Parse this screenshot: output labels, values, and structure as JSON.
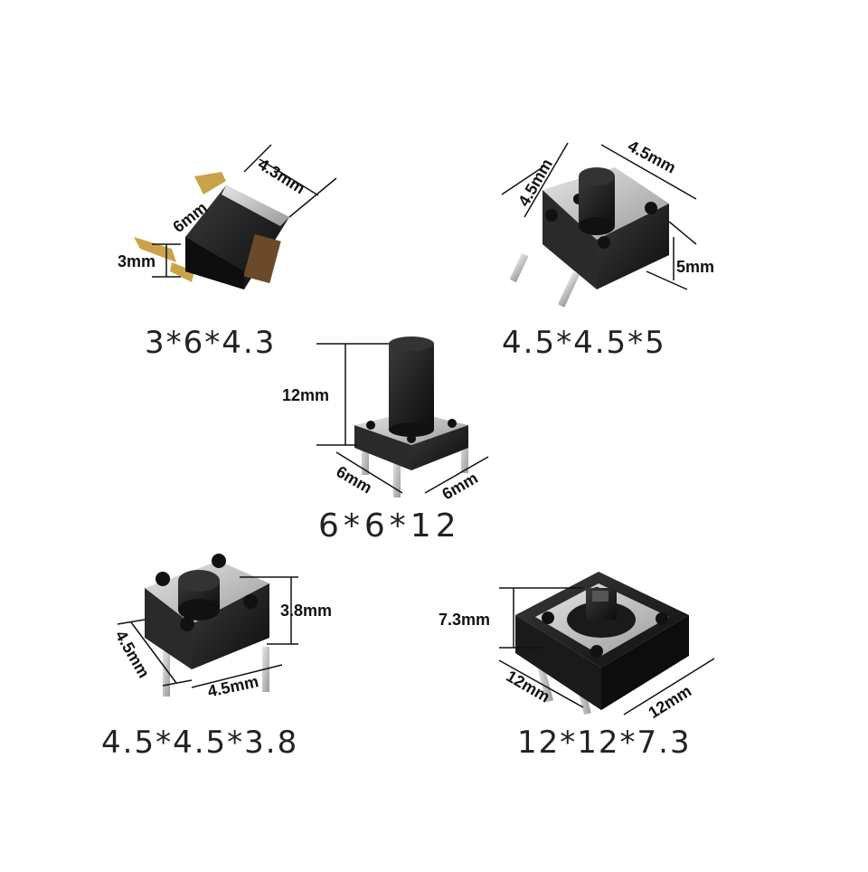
{
  "switches": [
    {
      "caption": "3*6*4.3",
      "dims": {
        "d1": "4.3mm",
        "d2": "6mm",
        "d3": "3mm"
      }
    },
    {
      "caption": "4.5*4.5*5",
      "dims": {
        "d1": "4.5mm",
        "d2": "4.5mm",
        "d3": "5mm"
      }
    },
    {
      "caption": "6*6*12",
      "dims": {
        "d1": "12mm",
        "d2": "6mm",
        "d3": "6mm"
      }
    },
    {
      "caption": "4.5*4.5*3.8",
      "dims": {
        "d1": "3.8mm",
        "d2": "4.5mm",
        "d3": "4.5mm"
      }
    },
    {
      "caption": "12*12*7.3",
      "dims": {
        "d1": "7.3mm",
        "d2": "12mm",
        "d3": "12mm"
      }
    }
  ],
  "colors": {
    "body": "#1a1a1a",
    "metal": "#c8c8c8",
    "gold": "#c9a24a"
  }
}
